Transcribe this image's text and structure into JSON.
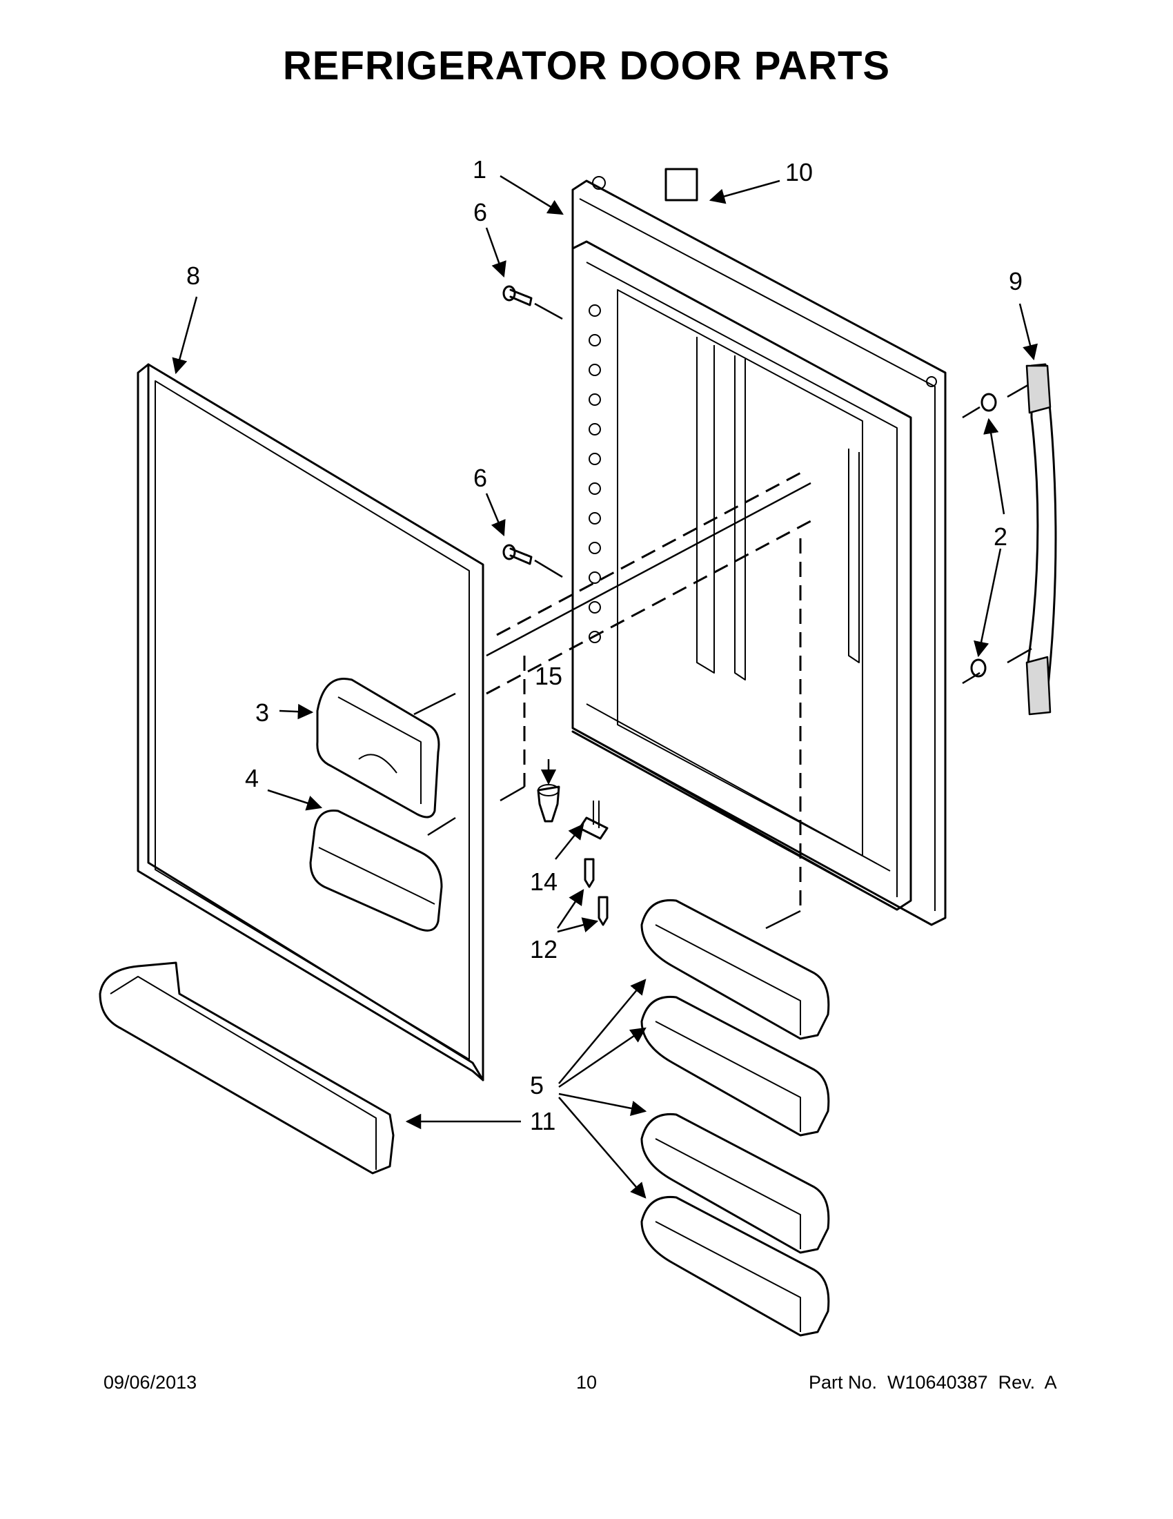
{
  "title": "REFRIGERATOR DOOR PARTS",
  "callouts": {
    "c1": "1",
    "c2": "2",
    "c3": "3",
    "c4": "4",
    "c5": "5",
    "c6a": "6",
    "c6b": "6",
    "c8": "8",
    "c9": "9",
    "c10": "10",
    "c11": "11",
    "c12": "12",
    "c14": "14",
    "c15": "15"
  },
  "footer": {
    "date": "09/06/2013",
    "page": "10",
    "part_no": "Part No.  W10640387  Rev.  A"
  }
}
